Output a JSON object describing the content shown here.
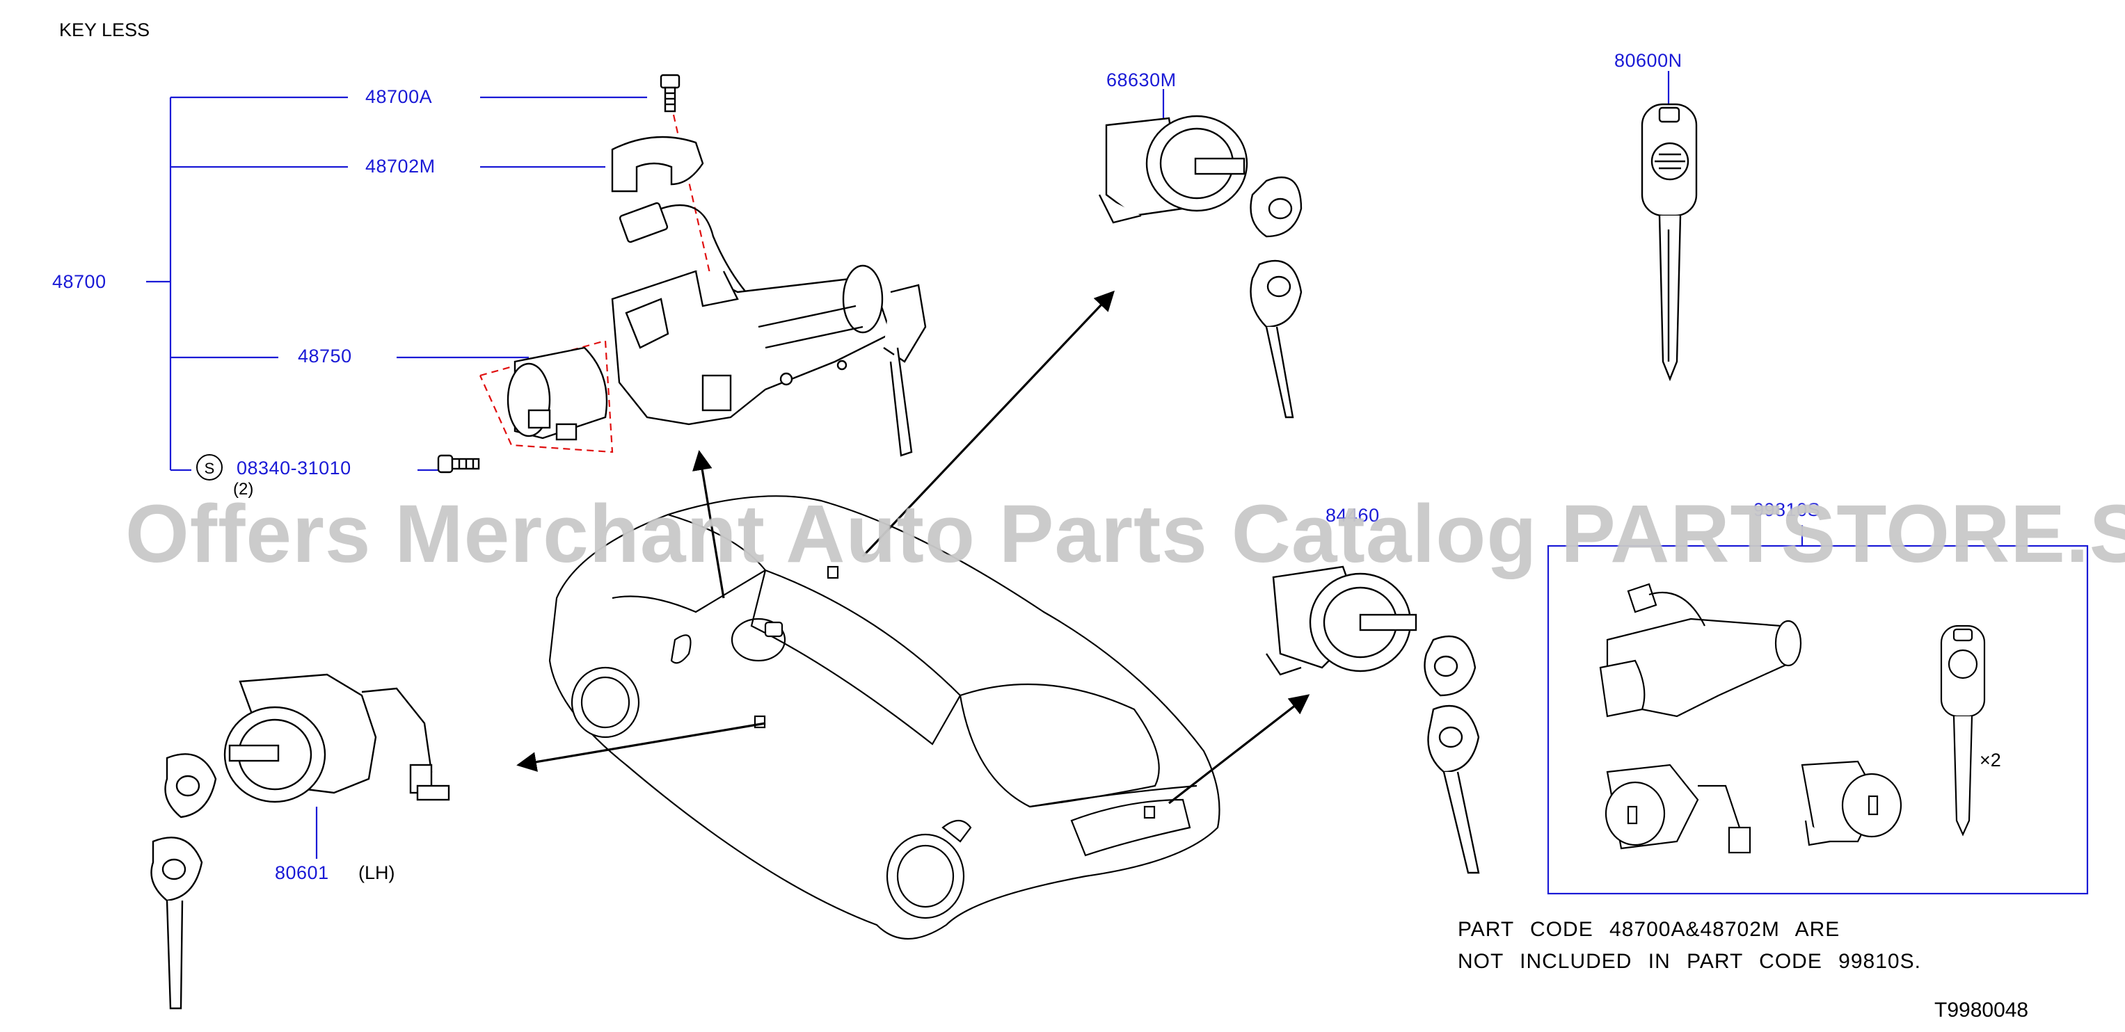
{
  "header": {
    "title": "KEY   LESS"
  },
  "callouts": {
    "p48700A": "48700A",
    "p48702M": "48702M",
    "p48700": "48700",
    "p48750": "48750",
    "p08340": "08340-31010",
    "p08340_qty": "(2)",
    "screw_symbol": "S",
    "p68630M": "68630M",
    "p80600N": "80600N",
    "p80601": "80601",
    "p80601_side": "(LH)",
    "p84460": "84460",
    "p99810S": "99810S",
    "qty_x2": "×2"
  },
  "note": {
    "line1": "PART  CODE  48700A&48702M  ARE",
    "line2": "NOT  INCLUDED  IN  PART  CODE  99810S."
  },
  "footer": {
    "diagram_code": "T9980048"
  },
  "watermark": {
    "text": "Offers Merchant Auto Parts Catalog PARTSTORE.SA"
  },
  "colors": {
    "callout": "#1a1ad6",
    "line": "#000000",
    "dashed_red": "#e01010",
    "leader_blue": "#1a1ad6"
  }
}
